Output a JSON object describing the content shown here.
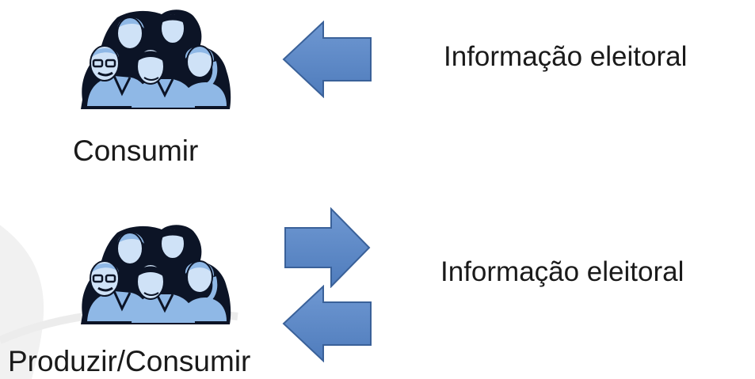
{
  "colors": {
    "arrow_fill": "#5b87c5",
    "arrow_stroke": "#3a6199",
    "people_light": "#8fb8e6",
    "people_dark": "#0c1426",
    "skin": "#cfe2f7"
  },
  "top_row": {
    "people_icon": "group-of-people-icon",
    "label": "Consumir",
    "arrow_icon": "arrow-left-icon",
    "info_text": "Informação eleitoral"
  },
  "bottom_row": {
    "people_icon": "group-of-people-icon",
    "label": "Produzir/Consumir",
    "arrow_out_icon": "arrow-right-icon",
    "arrow_in_icon": "arrow-left-icon",
    "info_text": "Informação eleitoral"
  }
}
